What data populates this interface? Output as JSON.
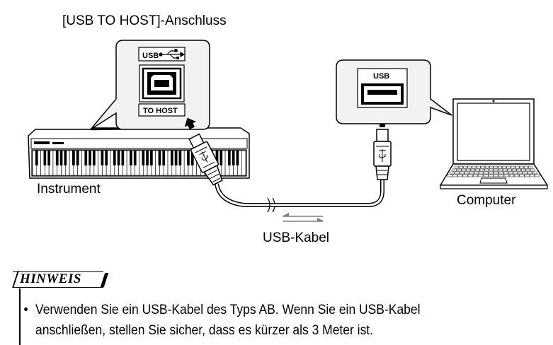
{
  "labels": {
    "port_title": "[USB TO HOST]-Anschluss",
    "instrument": "Instrument",
    "computer": "Computer",
    "cable": "USB-Kabel"
  },
  "instrument_port": {
    "top_label": "USB",
    "bottom_label": "TO HOST"
  },
  "computer_port": {
    "label": "USB"
  },
  "note": {
    "title": "HINWEIS",
    "bullet": "•",
    "line1": "Verwenden Sie ein USB-Kabel des Typs AB. Wenn Sie ein USB-Kabel",
    "line2": "anschließen, stellen Sie sicher, dass es kürzer als 3 Meter ist."
  },
  "icons": [
    "usb-trident-icon",
    "usb-b-port-icon",
    "usb-a-port-icon",
    "up-arrow-icon",
    "cable-direction-arrows-icon"
  ],
  "colors": {
    "line": "#000000",
    "callout_fill": "#f2f2f2",
    "cable_arrow": "#7f7f7f"
  }
}
